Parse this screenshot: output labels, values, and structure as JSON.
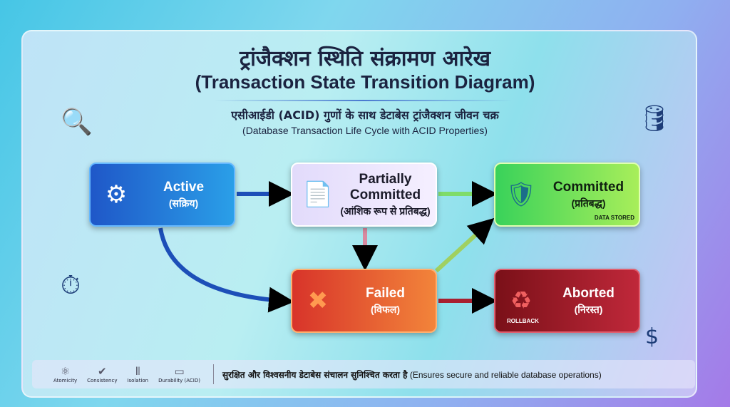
{
  "title_hindi": "ट्रांजैक्शन स्थिति संक्रामण आरेख",
  "title_english": "(Transaction State Transition Diagram)",
  "subtitle_hindi": "एसीआईडी (ACID) गुणों के साथ डेटाबेस ट्रांजैक्शन जीवन चक्र",
  "subtitle_english": "(Database Transaction Life Cycle with ACID Properties)",
  "states": {
    "active": {
      "name": "Active",
      "hindi": "(सक्रिय)"
    },
    "partial": {
      "name": "Partially Committed",
      "hindi": "(आंशिक रूप से प्रतिबद्ध)"
    },
    "committed": {
      "name": "Committed",
      "hindi": "(प्रतिबद्ध)",
      "tag": "DATA STORED"
    },
    "failed": {
      "name": "Failed",
      "hindi": "(विफल)"
    },
    "aborted": {
      "name": "Aborted",
      "hindi": "(निरस्त)",
      "tag": "ROLLBACK"
    }
  },
  "footer": {
    "acid": [
      {
        "label": "Atomicity",
        "icon": "atom-icon"
      },
      {
        "label": "Consistency",
        "icon": "check-circle-icon"
      },
      {
        "label": "Isolation",
        "icon": "isolation-icon"
      },
      {
        "label": "Durability (ACID)",
        "icon": "battery-icon"
      }
    ],
    "hindi": "सुरक्षित और विश्वसनीय डेटाबेस संचालन सुनिश्चित करता है",
    "english": "(Ensures secure and reliable database operations)"
  },
  "colors": {
    "active": "#1f57c8",
    "partial": "#e2dbfb",
    "committed": "#39d25a",
    "failed": "#d8342a",
    "aborted": "#7a1018"
  }
}
